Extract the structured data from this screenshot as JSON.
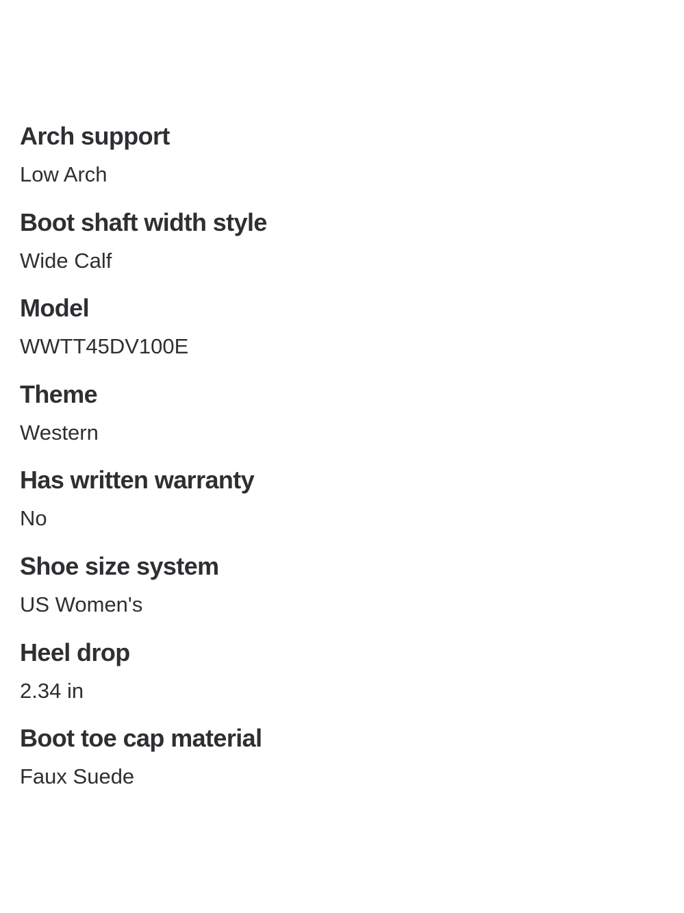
{
  "specifications": [
    {
      "label": "Arch support",
      "value": "Low Arch"
    },
    {
      "label": "Boot shaft width style",
      "value": "Wide Calf"
    },
    {
      "label": "Model",
      "value": "WWTT45DV100E"
    },
    {
      "label": "Theme",
      "value": "Western"
    },
    {
      "label": "Has written warranty",
      "value": "No"
    },
    {
      "label": "Shoe size system",
      "value": "US Women's"
    },
    {
      "label": "Heel drop",
      "value": "2.34 in"
    },
    {
      "label": "Boot toe cap material",
      "value": "Faux Suede"
    }
  ],
  "colors": {
    "text": "#2e2f32",
    "background": "#ffffff"
  }
}
